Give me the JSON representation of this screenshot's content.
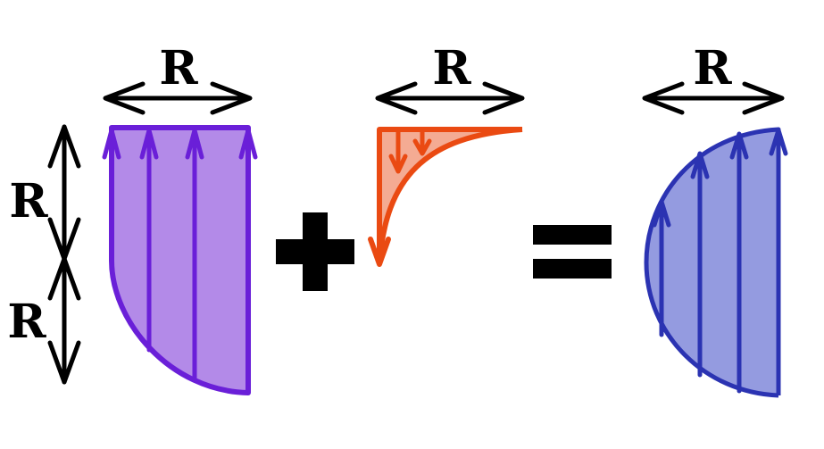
{
  "labels": {
    "r_top_purple": "R",
    "r_top_orange": "R",
    "r_top_blue": "R",
    "r_left_upper": "R",
    "r_left_lower": "R"
  },
  "operators": {
    "plus": "plus",
    "equals": "equals"
  },
  "colors": {
    "purple_stroke": "#6a1fd8",
    "purple_fill": "#b38ae8",
    "orange_stroke": "#ea4a12",
    "orange_fill": "#f4ab93",
    "blue_stroke": "#2b33b2",
    "blue_fill": "#949be0",
    "black": "#000000"
  }
}
